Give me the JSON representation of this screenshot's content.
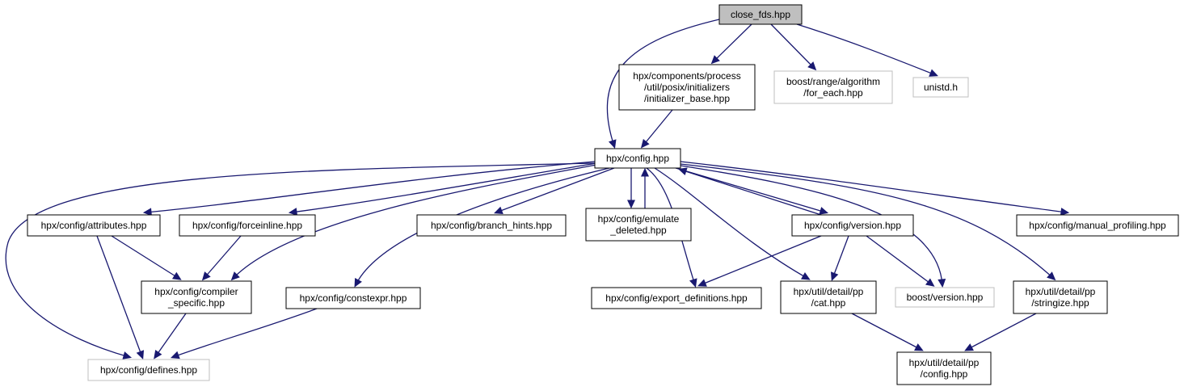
{
  "colors": {
    "edge": "#191970",
    "root_fill": "#bfbfbf",
    "default_fill": "#ffffff",
    "border_defined": "#000000",
    "border_external": "#bfbfbf"
  },
  "graph": {
    "title": "",
    "nodes": [
      {
        "id": "close_fds",
        "lines": [
          "close_fds.hpp"
        ],
        "kind": "root"
      },
      {
        "id": "initializer_base",
        "lines": [
          "hpx/components/process",
          "/util/posix/initializers",
          "/initializer_base.hpp"
        ],
        "kind": "defined"
      },
      {
        "id": "boost_for_each",
        "lines": [
          "boost/range/algorithm",
          "/for_each.hpp"
        ],
        "kind": "external"
      },
      {
        "id": "unistd",
        "lines": [
          "unistd.h"
        ],
        "kind": "external"
      },
      {
        "id": "config",
        "lines": [
          "hpx/config.hpp"
        ],
        "kind": "defined"
      },
      {
        "id": "attributes",
        "lines": [
          "hpx/config/attributes.hpp"
        ],
        "kind": "defined"
      },
      {
        "id": "forceinline",
        "lines": [
          "hpx/config/forceinline.hpp"
        ],
        "kind": "defined"
      },
      {
        "id": "branch_hints",
        "lines": [
          "hpx/config/branch_hints.hpp"
        ],
        "kind": "defined"
      },
      {
        "id": "emulate_deleted",
        "lines": [
          "hpx/config/emulate",
          "_deleted.hpp"
        ],
        "kind": "defined"
      },
      {
        "id": "version",
        "lines": [
          "hpx/config/version.hpp"
        ],
        "kind": "defined"
      },
      {
        "id": "manual_profiling",
        "lines": [
          "hpx/config/manual_profiling.hpp"
        ],
        "kind": "defined"
      },
      {
        "id": "compiler_specific",
        "lines": [
          "hpx/config/compiler",
          "_specific.hpp"
        ],
        "kind": "defined"
      },
      {
        "id": "constexpr",
        "lines": [
          "hpx/config/constexpr.hpp"
        ],
        "kind": "defined"
      },
      {
        "id": "export_definitions",
        "lines": [
          "hpx/config/export_definitions.hpp"
        ],
        "kind": "defined"
      },
      {
        "id": "pp_cat",
        "lines": [
          "hpx/util/detail/pp",
          "/cat.hpp"
        ],
        "kind": "defined"
      },
      {
        "id": "boost_version",
        "lines": [
          "boost/version.hpp"
        ],
        "kind": "external"
      },
      {
        "id": "pp_stringize",
        "lines": [
          "hpx/util/detail/pp",
          "/stringize.hpp"
        ],
        "kind": "defined"
      },
      {
        "id": "defines",
        "lines": [
          "hpx/config/defines.hpp"
        ],
        "kind": "external"
      },
      {
        "id": "pp_config",
        "lines": [
          "hpx/util/detail/pp",
          "/config.hpp"
        ],
        "kind": "defined"
      }
    ],
    "edges": [
      {
        "from": "close_fds",
        "to": "initializer_base"
      },
      {
        "from": "close_fds",
        "to": "config"
      },
      {
        "from": "close_fds",
        "to": "boost_for_each"
      },
      {
        "from": "close_fds",
        "to": "unistd"
      },
      {
        "from": "initializer_base",
        "to": "config"
      },
      {
        "from": "config",
        "to": "attributes"
      },
      {
        "from": "config",
        "to": "forceinline"
      },
      {
        "from": "config",
        "to": "branch_hints"
      },
      {
        "from": "config",
        "to": "emulate_deleted"
      },
      {
        "from": "emulate_deleted",
        "to": "config"
      },
      {
        "from": "config",
        "to": "version"
      },
      {
        "from": "version",
        "to": "config"
      },
      {
        "from": "config",
        "to": "manual_profiling"
      },
      {
        "from": "config",
        "to": "compiler_specific"
      },
      {
        "from": "config",
        "to": "constexpr"
      },
      {
        "from": "config",
        "to": "export_definitions"
      },
      {
        "from": "config",
        "to": "pp_cat"
      },
      {
        "from": "config",
        "to": "boost_version"
      },
      {
        "from": "config",
        "to": "pp_stringize"
      },
      {
        "from": "config",
        "to": "defines"
      },
      {
        "from": "attributes",
        "to": "compiler_specific"
      },
      {
        "from": "attributes",
        "to": "defines"
      },
      {
        "from": "forceinline",
        "to": "compiler_specific"
      },
      {
        "from": "compiler_specific",
        "to": "defines"
      },
      {
        "from": "constexpr",
        "to": "defines"
      },
      {
        "from": "version",
        "to": "export_definitions"
      },
      {
        "from": "version",
        "to": "pp_cat"
      },
      {
        "from": "version",
        "to": "boost_version"
      },
      {
        "from": "pp_cat",
        "to": "pp_config"
      },
      {
        "from": "pp_stringize",
        "to": "pp_config"
      }
    ]
  }
}
